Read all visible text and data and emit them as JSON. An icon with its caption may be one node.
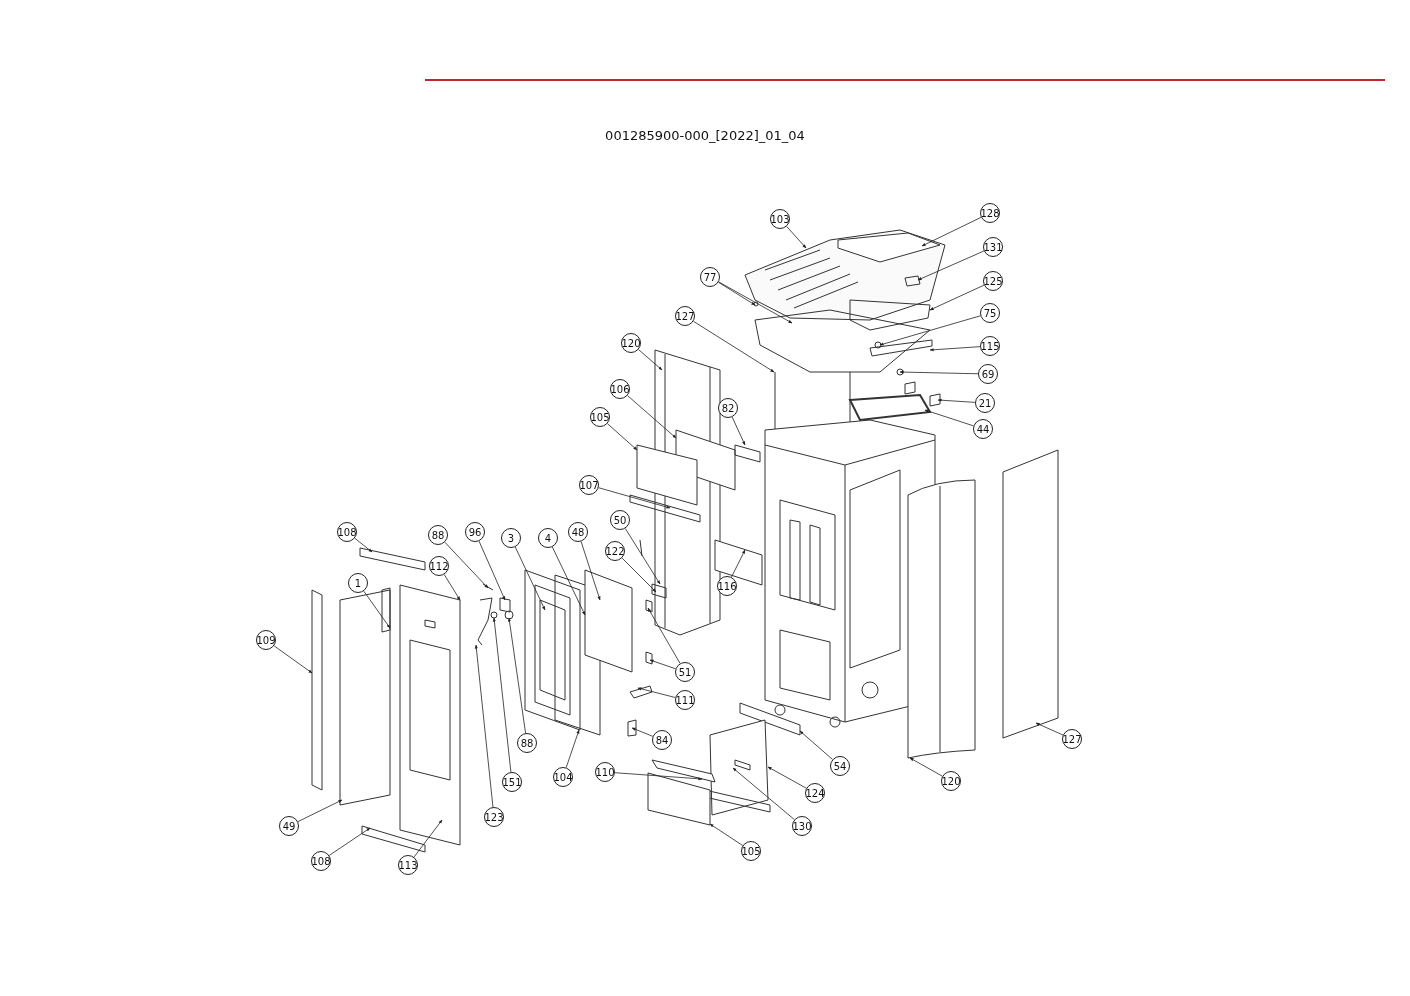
{
  "diagram": {
    "title": "001285900-000_[2022]_01_04",
    "nodes": [
      {
        "text": [
          "103"
        ]
      },
      {
        "text": [
          "128"
        ]
      },
      {
        "text": [
          "131"
        ]
      },
      {
        "text": [
          "77"
        ]
      },
      {
        "text": [
          "125"
        ]
      },
      {
        "text": [
          "75"
        ]
      },
      {
        "text": [
          "127"
        ]
      },
      {
        "text": [
          "115"
        ]
      },
      {
        "text": [
          "120"
        ]
      },
      {
        "text": [
          "69"
        ]
      },
      {
        "text": [
          "106"
        ]
      },
      {
        "text": [
          "21"
        ]
      },
      {
        "text": [
          "82"
        ]
      },
      {
        "text": [
          "105"
        ]
      },
      {
        "text": [
          "44"
        ]
      },
      {
        "text": [
          "107"
        ]
      },
      {
        "text": [
          "50"
        ]
      },
      {
        "text": [
          "108"
        ]
      },
      {
        "text": [
          "96"
        ]
      },
      {
        "text": [
          "88"
        ]
      },
      {
        "text": [
          "3"
        ]
      },
      {
        "text": [
          "4"
        ]
      },
      {
        "text": [
          "48"
        ]
      },
      {
        "text": [
          "122"
        ]
      },
      {
        "text": [
          "112"
        ]
      },
      {
        "text": [
          "116"
        ]
      },
      {
        "text": [
          "1"
        ]
      },
      {
        "text": [
          "109"
        ]
      },
      {
        "text": [
          "51"
        ]
      },
      {
        "text": [
          "111"
        ]
      },
      {
        "text": [
          "84"
        ]
      },
      {
        "text": [
          "127"
        ]
      },
      {
        "text": [
          "88"
        ]
      },
      {
        "text": [
          "54"
        ]
      },
      {
        "text": [
          "110"
        ]
      },
      {
        "text": [
          "104"
        ]
      },
      {
        "text": [
          "120"
        ]
      },
      {
        "text": [
          "151"
        ]
      },
      {
        "text": [
          "124"
        ]
      },
      {
        "text": [
          "123"
        ]
      },
      {
        "text": [
          "49"
        ]
      },
      {
        "text": [
          "130"
        ]
      },
      {
        "text": [
          "105"
        ]
      },
      {
        "text": [
          "108"
        ]
      },
      {
        "text": [
          "113"
        ]
      }
    ],
    "edges": [
      {
        "from": 0,
        "to": null,
        "arrow": "to"
      },
      {
        "from": 1,
        "to": null,
        "arrow": "to"
      },
      {
        "from": 2,
        "to": null,
        "arrow": "to"
      },
      {
        "from": 3,
        "to": null,
        "arrow": "to"
      },
      {
        "from": 3,
        "to": null,
        "arrow": "to"
      },
      {
        "from": 4,
        "to": null,
        "arrow": "to"
      },
      {
        "from": 5,
        "to": null,
        "arrow": "to"
      },
      {
        "from": 6,
        "to": null,
        "arrow": "to"
      },
      {
        "from": 7,
        "to": null,
        "arrow": "to"
      },
      {
        "from": 8,
        "to": null,
        "arrow": "to"
      },
      {
        "from": 9,
        "to": null,
        "arrow": "to"
      },
      {
        "from": 10,
        "to": null,
        "arrow": "to"
      },
      {
        "from": 11,
        "to": null,
        "arrow": "to"
      },
      {
        "from": 12,
        "to": null,
        "arrow": "to"
      },
      {
        "from": 13,
        "to": null,
        "arrow": "to"
      },
      {
        "from": 14,
        "to": null,
        "arrow": "to"
      },
      {
        "from": 15,
        "to": null,
        "arrow": "to"
      },
      {
        "from": 16,
        "to": null,
        "arrow": "to"
      },
      {
        "from": 17,
        "to": null,
        "arrow": "to"
      },
      {
        "from": 18,
        "to": null,
        "arrow": "to"
      },
      {
        "from": 19,
        "to": null,
        "arrow": "to"
      },
      {
        "from": 20,
        "to": null,
        "arrow": "to"
      },
      {
        "from": 21,
        "to": null,
        "arrow": "to"
      },
      {
        "from": 22,
        "to": null,
        "arrow": "to"
      },
      {
        "from": 23,
        "to": null,
        "arrow": "to"
      },
      {
        "from": 24,
        "to": null,
        "arrow": "to"
      },
      {
        "from": 25,
        "to": null,
        "arrow": "to"
      },
      {
        "from": 26,
        "to": null,
        "arrow": "to"
      },
      {
        "from": 27,
        "to": null,
        "arrow": "to"
      },
      {
        "from": 28,
        "to": null,
        "arrow": "to"
      },
      {
        "from": 28,
        "to": null,
        "arrow": "to"
      },
      {
        "from": 29,
        "to": null,
        "arrow": "to"
      },
      {
        "from": 30,
        "to": null,
        "arrow": "to"
      },
      {
        "from": 31,
        "to": null,
        "arrow": "to"
      },
      {
        "from": 32,
        "to": null,
        "arrow": "to"
      },
      {
        "from": 33,
        "to": null,
        "arrow": "to"
      },
      {
        "from": 34,
        "to": null,
        "arrow": "to"
      },
      {
        "from": 35,
        "to": null,
        "arrow": "to"
      },
      {
        "from": 36,
        "to": null,
        "arrow": "to"
      },
      {
        "from": 37,
        "to": null,
        "arrow": "to"
      },
      {
        "from": 38,
        "to": null,
        "arrow": "to"
      },
      {
        "from": 39,
        "to": null,
        "arrow": "to"
      },
      {
        "from": 40,
        "to": null,
        "arrow": "to"
      },
      {
        "from": 41,
        "to": null,
        "arrow": "to"
      },
      {
        "from": 42,
        "to": null,
        "arrow": "to"
      },
      {
        "from": 43,
        "to": null,
        "arrow": "to"
      },
      {
        "from": 44,
        "to": null,
        "arrow": "to"
      }
    ]
  }
}
